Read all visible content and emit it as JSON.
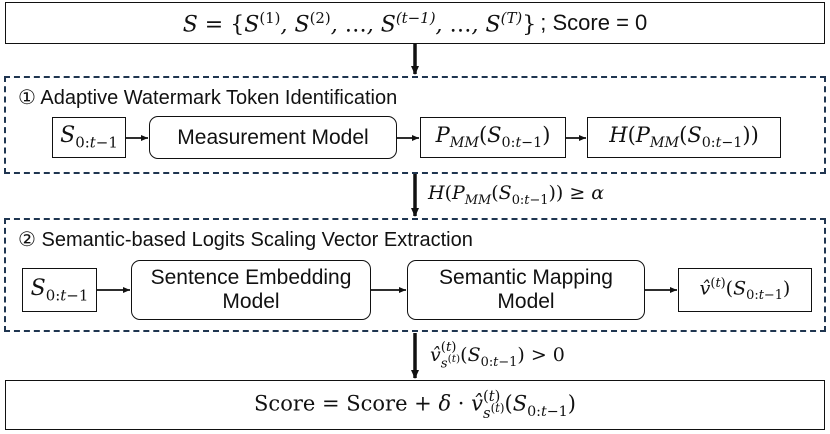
{
  "top_box": {
    "set_eq": "S = {S(1), S(2), …, S(t−1), …, S(T)}",
    "score_init": "; Score = 0"
  },
  "stage1": {
    "title": "① Adaptive Watermark Token Identification",
    "input": "S0:t−1",
    "model": "Measurement Model",
    "prob": "PMM(S0:t−1)",
    "entropy": "H(PMM(S0:t−1))"
  },
  "cond1": "H(PMM(S0:t−1)) ≥ α",
  "stage2": {
    "title": "② Semantic-based Logits Scaling Vector Extraction",
    "input": "S0:t−1",
    "embed_line1": "Sentence Embedding",
    "embed_line2": "Model",
    "map_line1": "Semantic Mapping",
    "map_line2": "Model",
    "output": "v̂(t)(S0:t−1)"
  },
  "cond2": "v̂(t)s(t)(S0:t−1) > 0",
  "bottom_box": "Score = Score + δ · v̂(t)s(t)(S0:t−1)",
  "colors": {
    "dashed_border": "#1f3550",
    "line": "#111111"
  }
}
